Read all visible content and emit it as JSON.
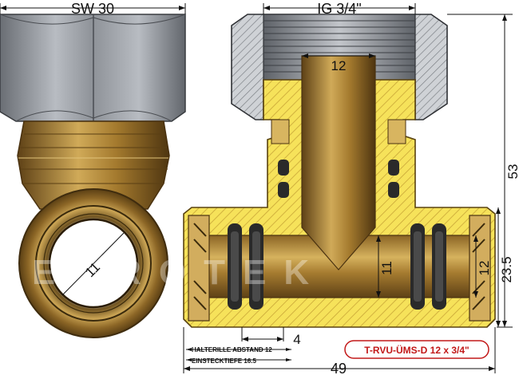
{
  "colors": {
    "brass": "#b38a38",
    "brass_dark": "#6b4a18",
    "brass_light": "#d8b560",
    "section_fill": "#f6e25a",
    "hatch": "#c9a637",
    "nut_grey": "#9a9fa6",
    "nut_dark": "#55595e",
    "oring": "#2a2a2a",
    "marking": "#c21818"
  },
  "dimensions": {
    "sw": "SW 30",
    "thread": "IG 3/4\"",
    "bore_top": "12",
    "height": "53",
    "axis_height": "23.5",
    "bore_run": "12",
    "bore_side": "11",
    "bore_end_view": "11",
    "gap": "4",
    "length": "49"
  },
  "notes": {
    "halterille": "HALTERILLE ABSTAND 12",
    "einstecktiefe": "EINSTECKTIEFE 16.5"
  },
  "product_code": "T-RVU-ÜMS-D 12 x 3/4\"",
  "watermark": "EUROTEK"
}
